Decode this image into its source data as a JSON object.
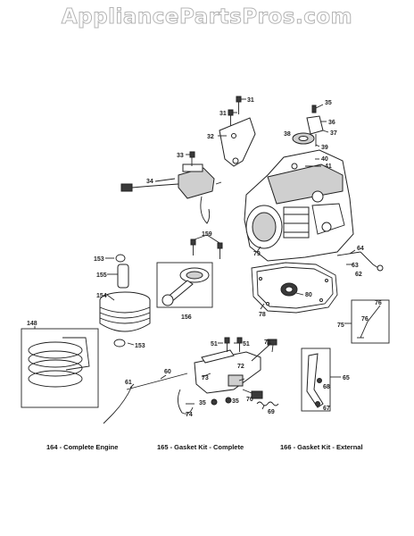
{
  "watermark": "AppliancePartsPros.com",
  "callouts": [
    "31",
    "31",
    "35",
    "36",
    "37",
    "38",
    "39",
    "40",
    "41",
    "32",
    "33",
    "34",
    "159",
    "153",
    "155",
    "154",
    "156",
    "148",
    "153",
    "79",
    "64",
    "63",
    "62",
    "80",
    "78",
    "76",
    "76",
    "75",
    "51",
    "51",
    "71",
    "72",
    "73",
    "70",
    "69",
    "35",
    "35",
    "74",
    "61",
    "60",
    "65",
    "68",
    "67"
  ],
  "kits": {
    "complete_engine": "164 - Complete Engine",
    "gasket_kit_complete": "165 - Gasket Kit - Complete",
    "gasket_kit_external": "166 - Gasket Kit - External"
  }
}
